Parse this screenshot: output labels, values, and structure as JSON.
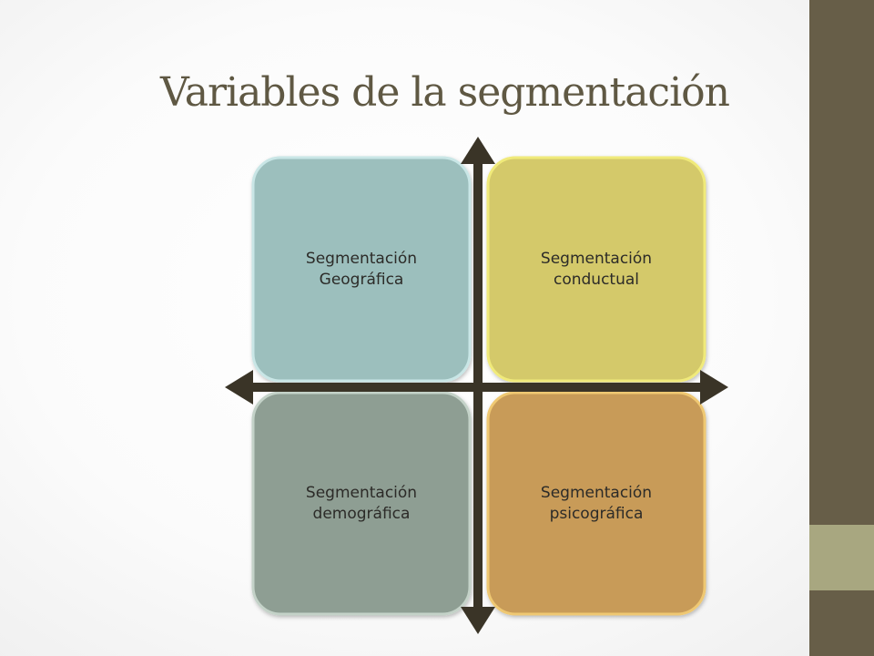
{
  "slide": {
    "title": "Variables de la segmentación"
  },
  "quadrants": [
    {
      "label": "Segmentación Geográfica",
      "color": "#9cbfbd",
      "border": "#c9e6e6"
    },
    {
      "label": "Segmentación conductual",
      "color": "#d4c96b",
      "border": "#f0ea7a"
    },
    {
      "label": "Segmentación demográfica",
      "color": "#8e9e93",
      "border": "#c4d2c8"
    },
    {
      "label": "Segmentación psicográfica",
      "color": "#c89b58",
      "border": "#efc872"
    }
  ],
  "theme": {
    "sidebar": "#675e48",
    "sidebar_accent": "#a8a780",
    "title_color": "#5f5843",
    "arrow_color": "#3a3427"
  }
}
